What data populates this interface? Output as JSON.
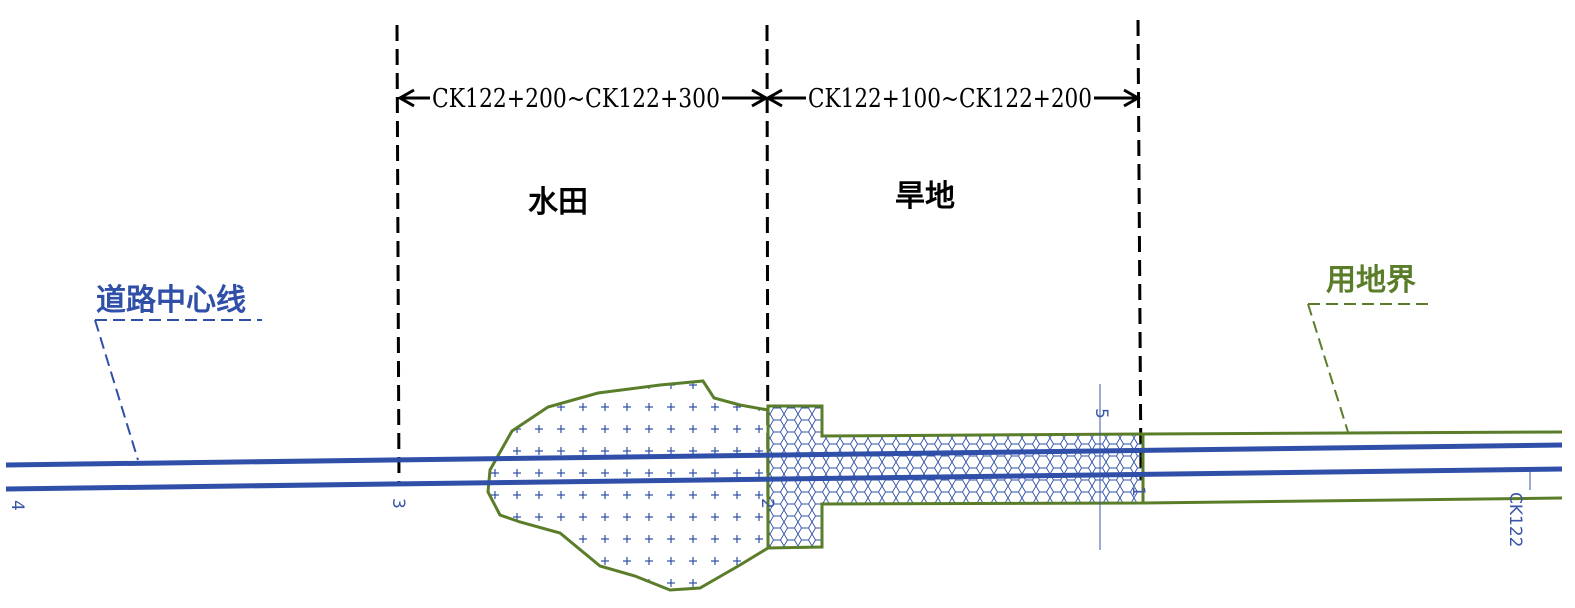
{
  "colors": {
    "road": "#2f4fa8",
    "boundary": "#5a7d2a",
    "dimension": "#000000",
    "station": "#3a56a8"
  },
  "dimensions": {
    "left_range": "CK122+200~CK122+300",
    "right_range": "CK122+100~CK122+200"
  },
  "zones": {
    "paddy": "水田",
    "dryland": "旱地"
  },
  "labels": {
    "road_centerline": "道路中心线",
    "land_boundary": "用地界"
  },
  "stations": {
    "s4": "4",
    "s3": "3",
    "s2": "2",
    "s1": "1",
    "s5": "5",
    "ck": "CK122"
  }
}
